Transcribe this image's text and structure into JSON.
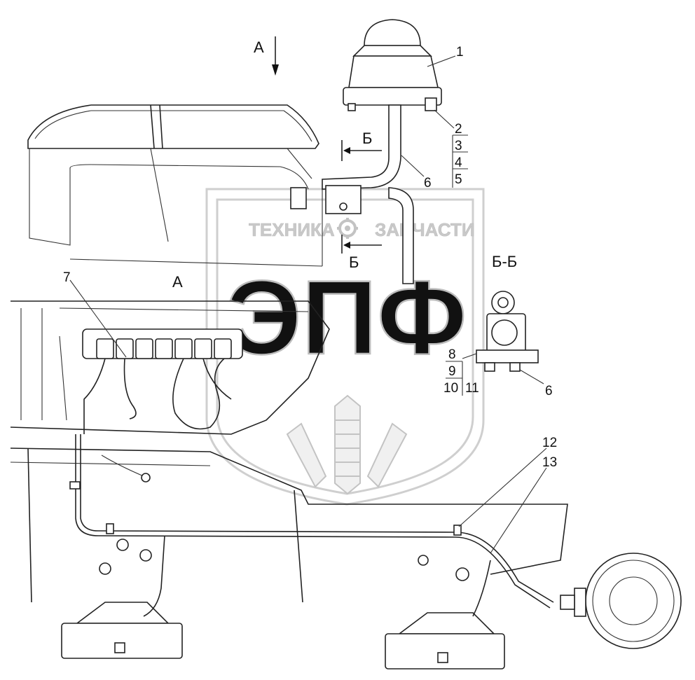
{
  "callouts": {
    "c1": "1",
    "c2": "2",
    "c3": "3",
    "c4": "4",
    "c5": "5",
    "c6a": "6",
    "c6b": "6",
    "c7": "7",
    "c8": "8",
    "c9": "9",
    "c10": "10",
    "c11": "11",
    "c12": "12",
    "c13": "13"
  },
  "views": {
    "view_a_arrow": "А",
    "view_a_label": "А",
    "section_b_top": "Б",
    "section_b_bottom": "Б",
    "section_bb": "Б-Б"
  },
  "watermark": {
    "left_text": "ТЕХНИКА",
    "right_text": "ЗАПЧАСТИ",
    "logo_text": "ЭПФ"
  },
  "icons": [
    "gear-icon",
    "wheat-icon",
    "arrow-down-icon",
    "arrow-left-icon"
  ]
}
